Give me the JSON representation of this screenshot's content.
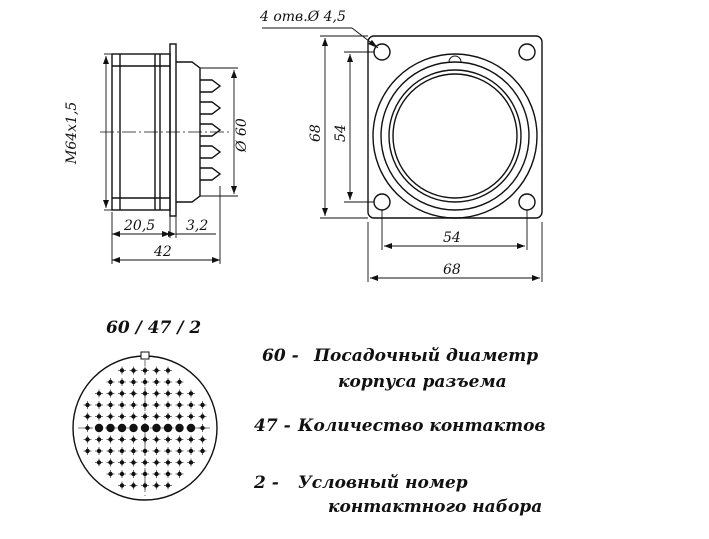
{
  "side_view": {
    "thread_label": "M64x1,5",
    "diameter_label": "Ø 60",
    "dim_flange_offset": "20,5",
    "dim_flange_thickness": "3,2",
    "dim_total_length": "42"
  },
  "front_view": {
    "holes_label": "4 отв.Ø 4,5",
    "dim_outer_height": "68",
    "dim_inner_height": "54",
    "dim_inner_width": "54",
    "dim_outer_width": "68"
  },
  "code": {
    "designation": "60 / 47 / 2",
    "items": [
      {
        "number": "60 -",
        "line1": "Посадочный диаметр",
        "line2": "корпуса разъема"
      },
      {
        "number": "47 -",
        "line1": "Количество контактов"
      },
      {
        "number": "2 -",
        "line1": "Условный номер",
        "line2": "контактного набора"
      }
    ]
  }
}
